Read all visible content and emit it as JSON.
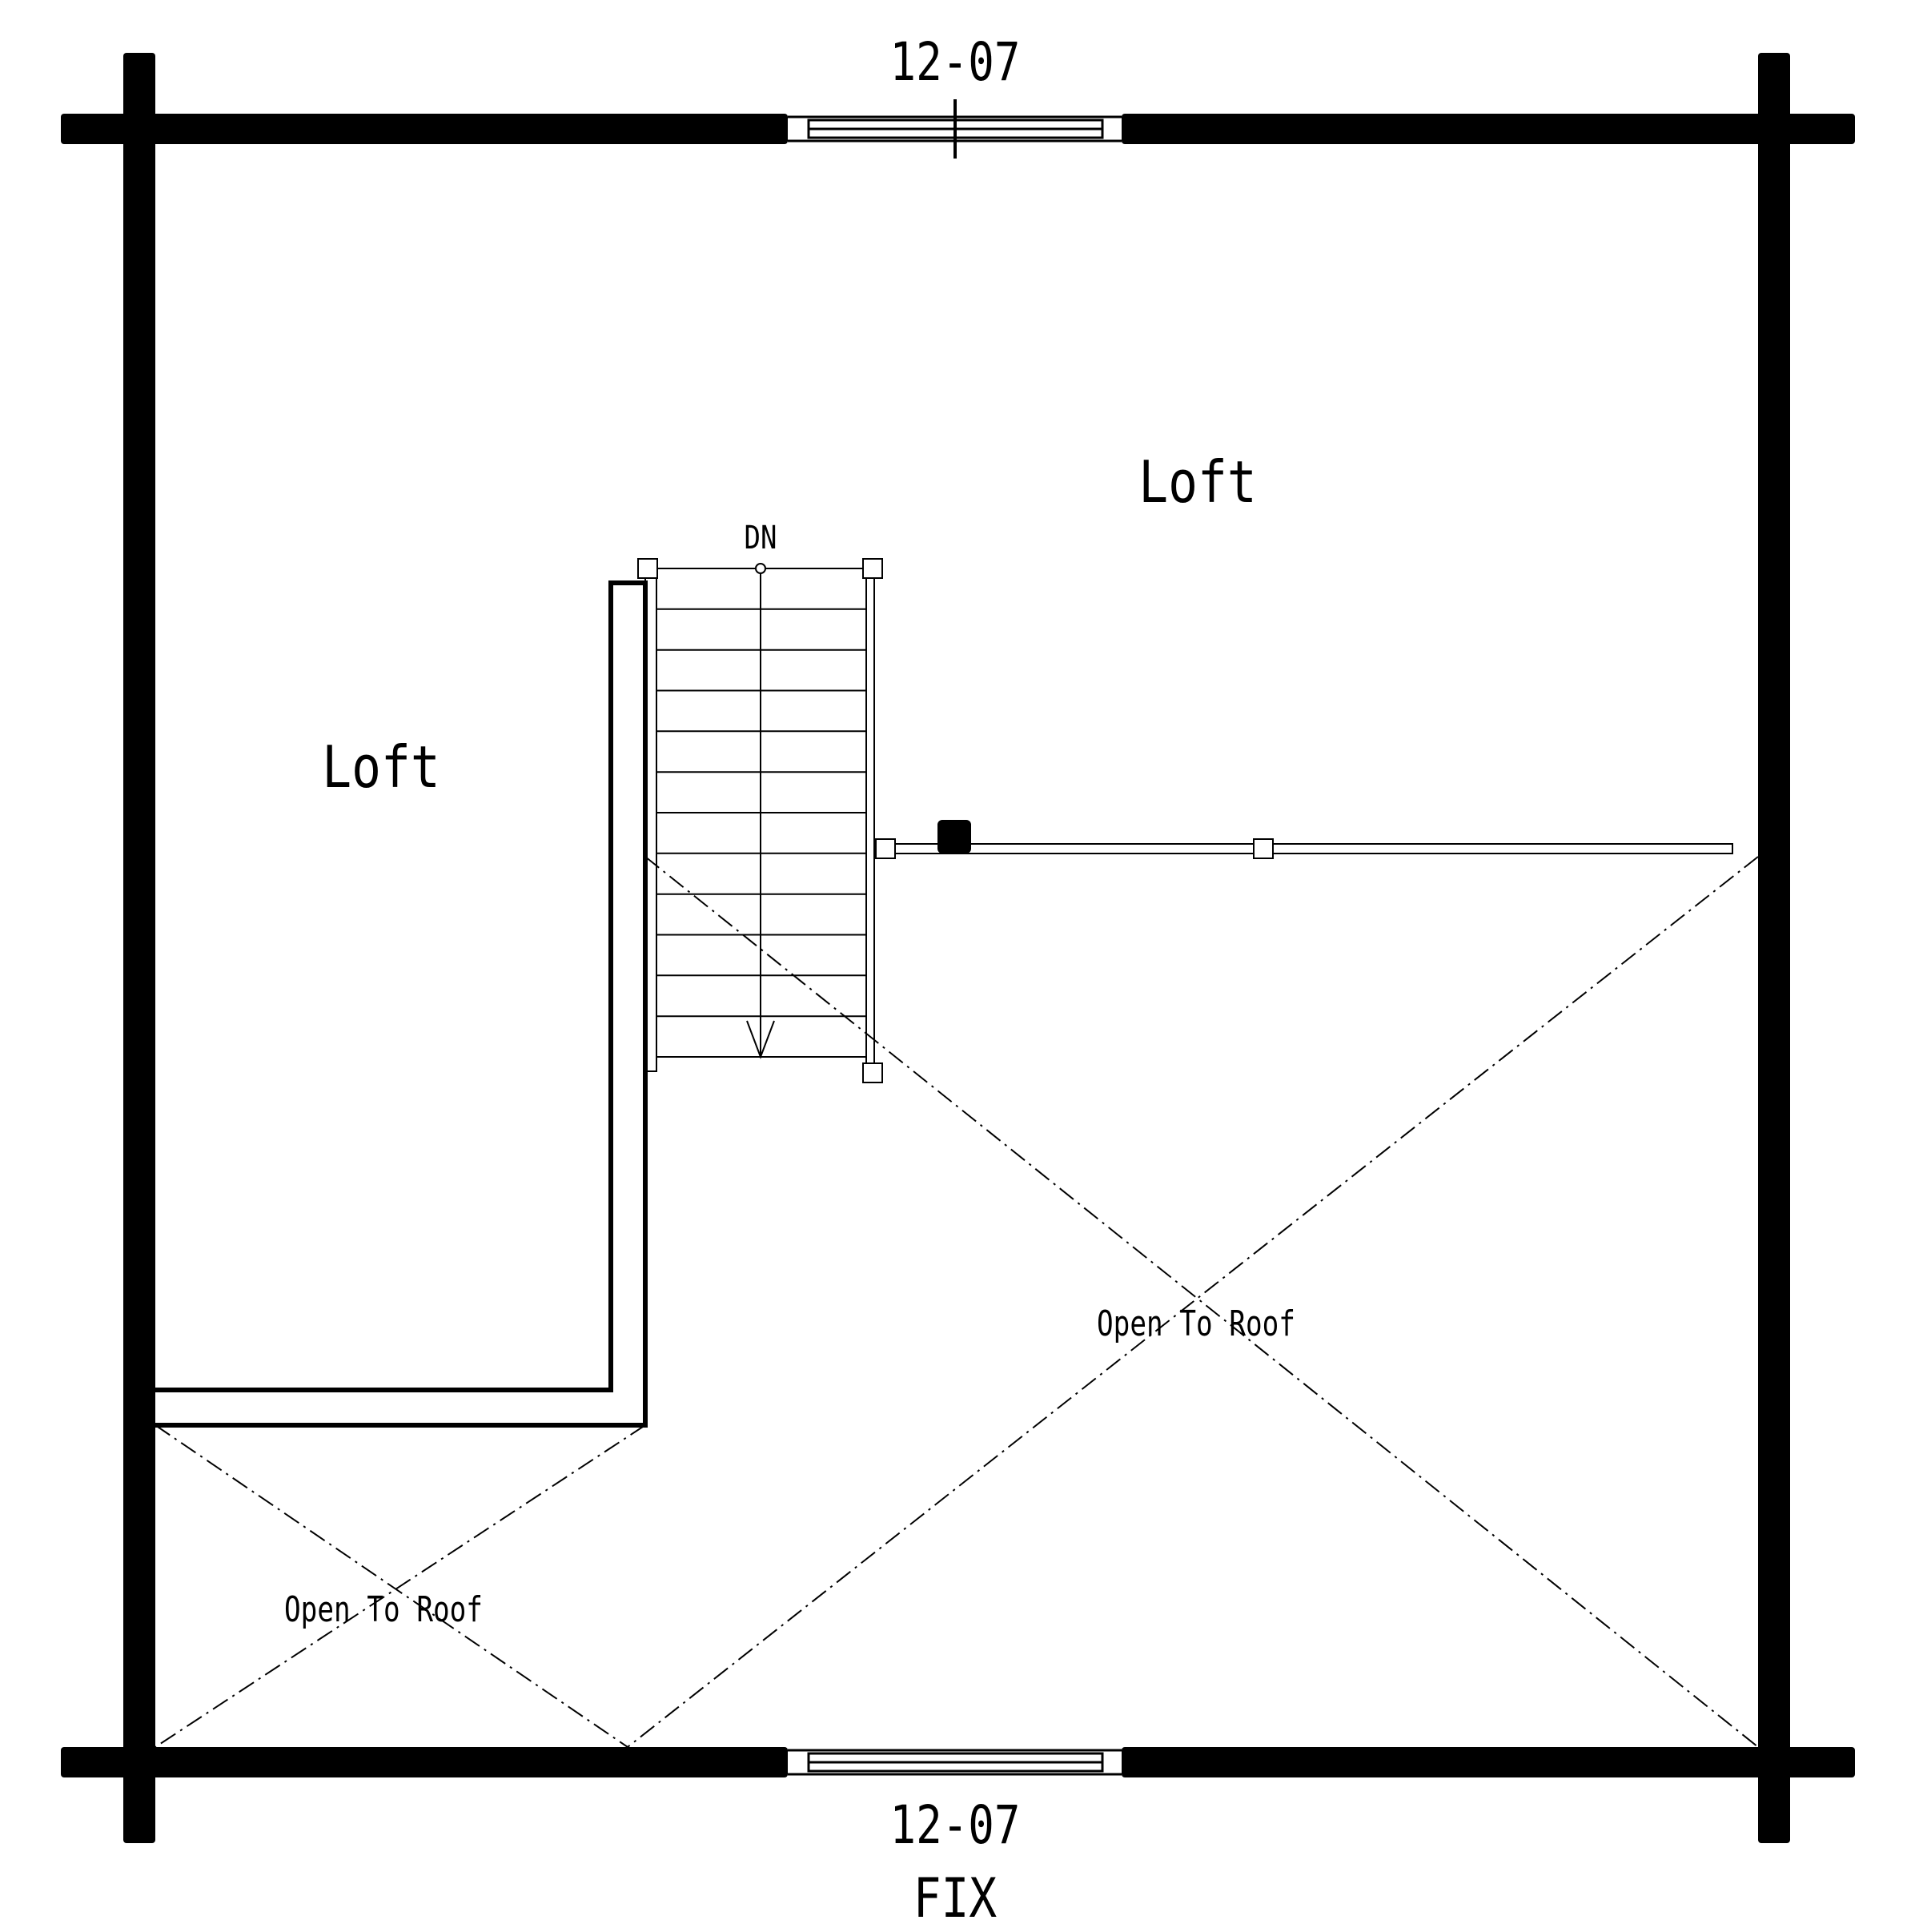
{
  "plan": {
    "window_top": {
      "label": "12-07"
    },
    "window_bottom": {
      "label": "12-07",
      "sub_label": "FIX"
    },
    "rooms": [
      {
        "label": "Loft"
      },
      {
        "label": "Loft"
      }
    ],
    "open_areas": [
      {
        "label": "Open To Roof"
      },
      {
        "label": "Open To Roof"
      }
    ],
    "stair": {
      "direction_label": "DN"
    },
    "colors": {
      "line": "#000000",
      "background": "#ffffff"
    }
  }
}
